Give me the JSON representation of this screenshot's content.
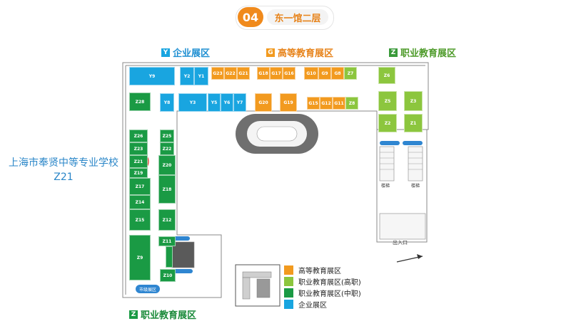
{
  "header": {
    "number": "04",
    "title": "东一馆二层"
  },
  "zones": {
    "enterprise_top": {
      "tag": "Y",
      "label": "企业展区"
    },
    "higher_top": {
      "tag": "G",
      "label": "高等教育展区"
    },
    "vocational_top": {
      "tag": "Z",
      "label": "职业教育展区"
    },
    "vocational_bottom": {
      "tag": "Z",
      "label": "职业教育展区"
    }
  },
  "callout": {
    "school": "上海市奉贤中等专业学校",
    "booth": "Z21"
  },
  "booths": {
    "Y9": "Y9",
    "Y2": "Y2",
    "Y1": "Y1",
    "Y8": "Y8",
    "Y3": "Y3",
    "Y5": "Y5",
    "Y6": "Y6",
    "Y7": "Y7",
    "G23": "G23",
    "G22": "G22",
    "G21": "G21",
    "G18": "G18",
    "G17": "G17",
    "G16": "G16",
    "G10": "G10",
    "G9": "G9",
    "G8": "G8",
    "G20": "G20",
    "G19": "G19",
    "G15": "G15",
    "G12": "G12",
    "G11": "G11",
    "Z7": "Z7",
    "Z8": "Z8",
    "Z6": "Z6",
    "Z5": "Z5",
    "Z3": "Z3",
    "Z2": "Z2",
    "Z1": "Z1",
    "Z28": "Z28",
    "Z26": "Z26",
    "Z25": "Z25",
    "Z23": "Z23",
    "Z22": "Z22",
    "Z21": "Z21",
    "Z20": "Z20",
    "Z19": "Z19",
    "Z18": "Z18",
    "Z17": "Z17",
    "Z14": "Z14",
    "Z15": "Z15",
    "Z12": "Z12",
    "Z11": "Z11",
    "Z9": "Z9",
    "Z10": "Z10"
  },
  "labels": {
    "stairs_left": "楼梯",
    "stairs_right": "楼梯",
    "entrance": "出入口",
    "city_zone": "市级展区"
  },
  "legend": [
    {
      "color": "#f29a1f",
      "label": "高等教育展区"
    },
    {
      "color": "#8cc63e",
      "label": "职业教育展区(高职)"
    },
    {
      "color": "#1a9a44",
      "label": "职业教育展区(中职)"
    },
    {
      "color": "#19a5e0",
      "label": "企业展区"
    }
  ],
  "colors": {
    "higher": "#f29a1f",
    "vocational_high": "#8cc63e",
    "vocational_mid": "#1a9a44",
    "enterprise": "#19a5e0",
    "header_accent": "#f08a1c",
    "callout_text": "#2a86c8",
    "callout_circle": "#e0342a"
  }
}
